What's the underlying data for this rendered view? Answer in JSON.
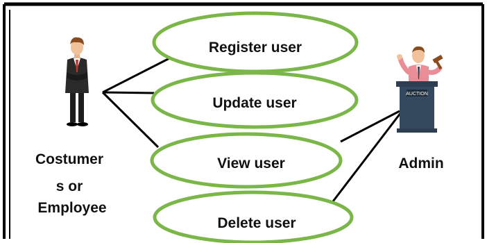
{
  "diagram": {
    "actors": {
      "customer": {
        "label_lines": [
          "Costumer",
          "s or",
          "Employee"
        ]
      },
      "admin": {
        "label": "Admin",
        "podium_sign": "AUCTION"
      }
    },
    "use_cases": [
      {
        "id": "register",
        "label": "Register user"
      },
      {
        "id": "update",
        "label": "Update user"
      },
      {
        "id": "view",
        "label": "View user"
      },
      {
        "id": "delete",
        "label": "Delete user"
      }
    ],
    "colors": {
      "frame": "#000000",
      "ellipse_stroke": "#7ab648",
      "line": "#000000",
      "text": "#111111"
    }
  }
}
